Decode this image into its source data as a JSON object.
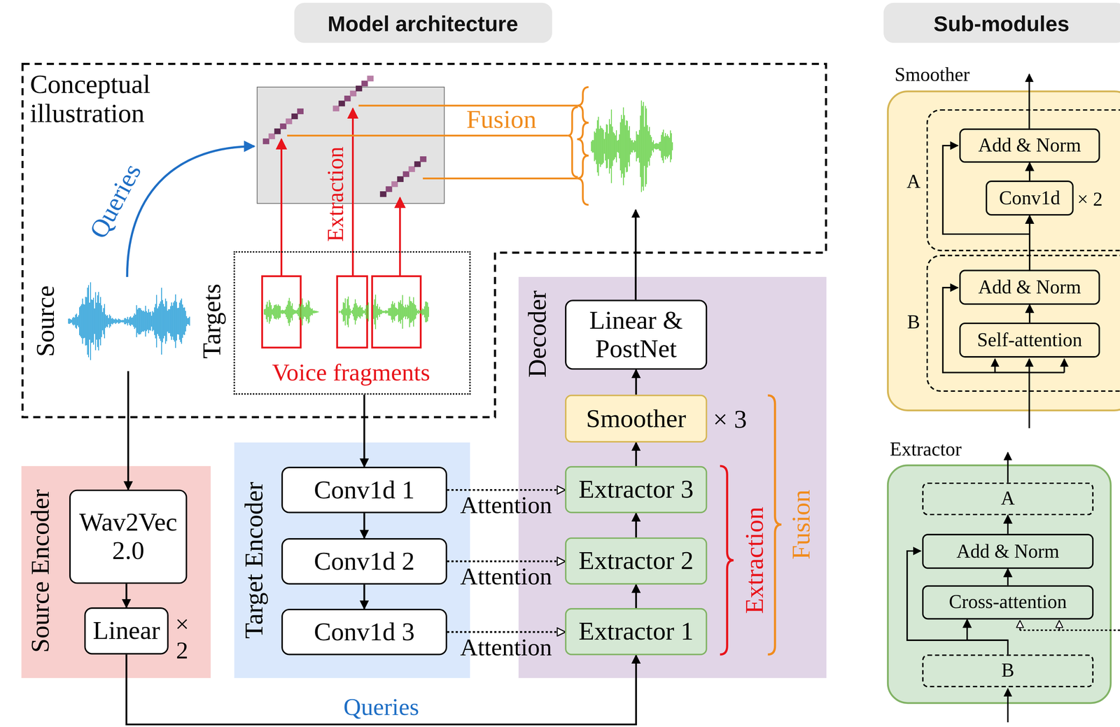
{
  "diagram": {
    "nodes": [
      {
        "text": [
          "Conceptual illustration"
        ]
      },
      {
        "text": [
          "Source"
        ],
        "in": 0
      },
      {
        "text": [
          "Targets",
          "Voice fragments"
        ],
        "in": 0
      },
      {
        "text": [
          "Source Encoder"
        ]
      },
      {
        "text": [
          "Wav2Vec 2.0"
        ],
        "in": 3
      },
      {
        "text": [
          "Linear"
        ],
        "in": 3
      },
      {
        "text": [
          "Target Encoder"
        ]
      },
      {
        "text": [
          "Conv1d 1"
        ],
        "in": 6
      },
      {
        "text": [
          "Conv1d 2"
        ],
        "in": 6
      },
      {
        "text": [
          "Conv1d 3"
        ],
        "in": 6
      },
      {
        "text": [
          "Decoder"
        ]
      },
      {
        "text": [
          "Linear & PostNet"
        ],
        "in": 10
      },
      {
        "text": [
          "Smoother"
        ],
        "in": 10
      },
      {
        "text": [
          "Extractor 3"
        ],
        "in": 10
      },
      {
        "text": [
          "Extractor 2"
        ],
        "in": 10
      },
      {
        "text": [
          "Extractor 1"
        ],
        "in": 10
      },
      {
        "text": [
          "Smoother"
        ]
      },
      {
        "text": [
          "A"
        ],
        "in": 16
      },
      {
        "text": [
          "Add & Norm"
        ],
        "in": 17
      },
      {
        "text": [
          "Conv1d"
        ],
        "in": 17
      },
      {
        "text": [
          "B"
        ],
        "in": 16
      },
      {
        "text": [
          "Add & Norm"
        ],
        "in": 20
      },
      {
        "text": [
          "Self-attention"
        ],
        "in": 20
      },
      {
        "text": [
          "Extractor"
        ]
      },
      {
        "text": [
          "A"
        ],
        "in": 23
      },
      {
        "text": [
          "Add & Norm"
        ],
        "in": 23
      },
      {
        "text": [
          "Cross-attention"
        ],
        "in": 23
      },
      {
        "text": [
          "B"
        ],
        "in": 23
      }
    ],
    "edges": [
      {
        "from": 1,
        "to": 4,
        "arrow": "to"
      },
      {
        "from": 4,
        "to": 5,
        "arrow": "to"
      },
      {
        "from": 5,
        "to": 15,
        "label": "Queries",
        "arrow": "to"
      },
      {
        "from": 2,
        "to": 7,
        "arrow": "to"
      },
      {
        "from": 7,
        "to": 8,
        "arrow": "to"
      },
      {
        "from": 8,
        "to": 9,
        "arrow": "to"
      },
      {
        "from": 7,
        "to": 13,
        "label": "Attention",
        "arrow": "to"
      },
      {
        "from": 8,
        "to": 14,
        "label": "Attention",
        "arrow": "to"
      },
      {
        "from": 9,
        "to": 15,
        "label": "Attention",
        "arrow": "to"
      },
      {
        "from": 15,
        "to": 14,
        "arrow": "to"
      },
      {
        "from": 14,
        "to": 13,
        "arrow": "to"
      },
      {
        "from": 13,
        "to": 12,
        "arrow": "to"
      },
      {
        "from": 12,
        "to": 11,
        "arrow": "to"
      },
      {
        "from": 22,
        "to": 21,
        "arrow": "to"
      },
      {
        "from": 21,
        "to": 19,
        "arrow": "to"
      },
      {
        "from": 19,
        "to": 18,
        "arrow": "to"
      },
      {
        "from": 27,
        "to": 26,
        "arrow": "to"
      },
      {
        "from": 26,
        "to": 25,
        "arrow": "to"
      },
      {
        "from": 25,
        "to": 24,
        "arrow": "to"
      }
    ],
    "labels": [
      "Model architecture",
      "Sub-modules",
      "Queries",
      "Extraction",
      "Fusion",
      "× 2",
      "× 3",
      "Extraction",
      "Fusion",
      "× 2"
    ]
  }
}
